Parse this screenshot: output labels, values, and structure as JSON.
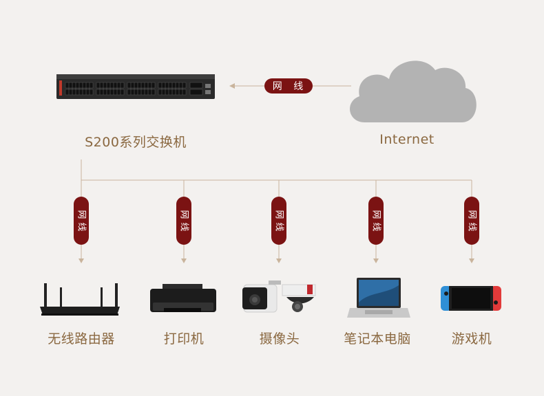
{
  "switch": {
    "label": "S200系列交换机"
  },
  "internet": {
    "label": "Internet"
  },
  "uplink": {
    "cable_label": "网 线"
  },
  "cable_chars": [
    "网",
    "线"
  ],
  "devices": [
    {
      "label": "无线路由器",
      "icon": "router-icon"
    },
    {
      "label": "打印机",
      "icon": "printer-icon"
    },
    {
      "label": "摄像头",
      "icon": "camera-icon"
    },
    {
      "label": "笔记本电脑",
      "icon": "laptop-icon"
    },
    {
      "label": "游戏机",
      "icon": "game-console-icon"
    }
  ],
  "colors": {
    "background": "#f3f1ef",
    "label_text": "#8a6840",
    "pill": "#7b1313",
    "connector": "#c9b49c",
    "cloud": "#b3b3b3"
  }
}
